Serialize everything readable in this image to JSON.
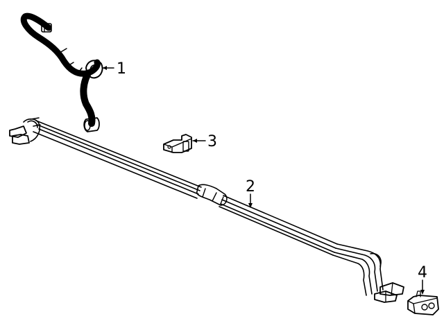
{
  "diagram": {
    "callouts": [
      {
        "number": "1"
      },
      {
        "number": "2"
      },
      {
        "number": "3"
      },
      {
        "number": "4"
      }
    ]
  },
  "colors": {
    "ink": "#000000",
    "paper": "#ffffff"
  }
}
